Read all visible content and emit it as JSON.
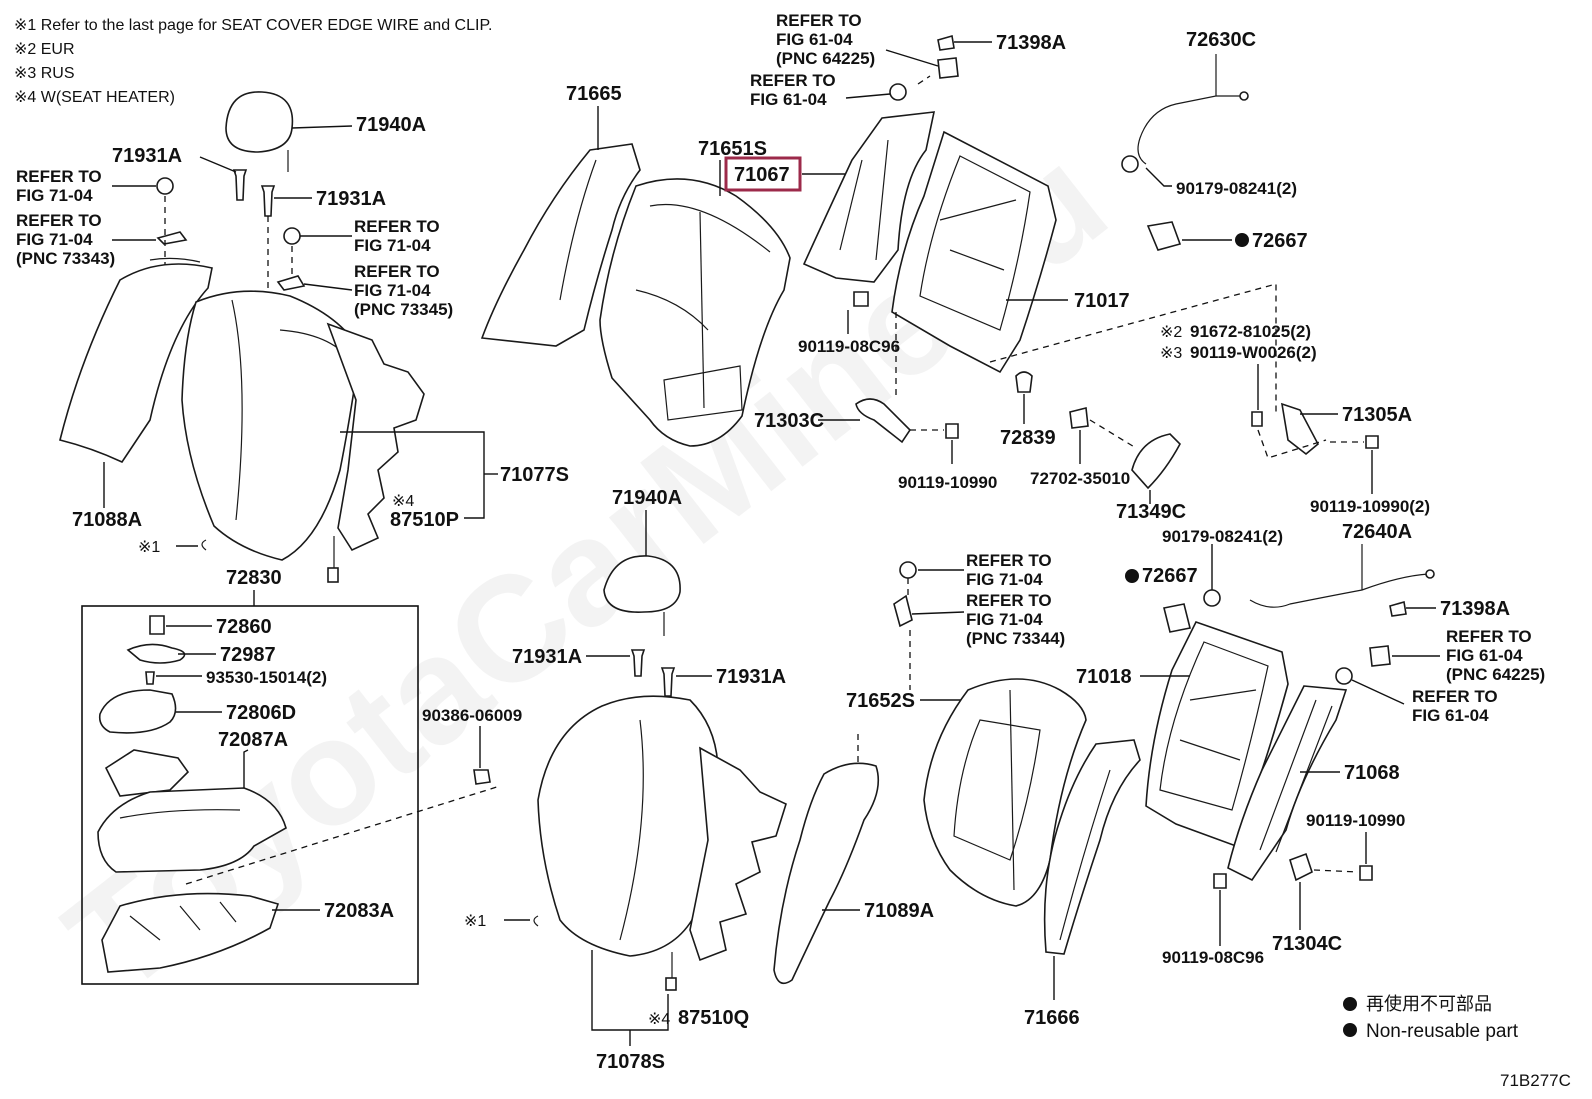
{
  "notes": [
    "※1 Refer to the last page for SEAT COVER EDGE WIRE and CLIP.",
    "※2 EUR",
    "※3 RUS",
    "※4 W(SEAT HEATER)"
  ],
  "watermark": "ToyotaCarMine.ru",
  "highlight_color": "#9c2a4a",
  "parts": {
    "p71940A_top": "71940A",
    "p71931A_left1": "71931A",
    "p71931A_left2": "71931A",
    "p71088A": "71088A",
    "p71077S": "71077S",
    "p87510P": "87510P",
    "p72830": "72830",
    "p72860": "72860",
    "p72987": "72987",
    "p93530": "93530-15014(2)",
    "p72806D": "72806D",
    "p72087A": "72087A",
    "p72083A": "72083A",
    "p71665": "71665",
    "p71651S": "71651S",
    "p71067": "71067",
    "p90119_08C96_top": "90119-08C96",
    "p71398A_top": "71398A",
    "p72630C": "72630C",
    "p90179_top": "90179-08241(2)",
    "p72667_top": "72667",
    "p71017": "71017",
    "p91672": "91672-81025(2)",
    "p90119_W0026": "90119-W0026(2)",
    "p71305A": "71305A",
    "p90119_10990_2": "90119-10990(2)",
    "p71303C": "71303C",
    "p72839": "72839",
    "p90119_10990_mid": "90119-10990",
    "p72702": "72702-35010",
    "p71349C": "71349C",
    "p71940A_mid": "71940A",
    "p71931A_mid1": "71931A",
    "p71931A_mid2": "71931A",
    "p90386": "90386-06009",
    "p87510Q": "87510Q",
    "p71078S": "71078S",
    "p71652S": "71652S",
    "p71089A": "71089A",
    "p71018": "71018",
    "p71666": "71666",
    "p90179_bot": "90179-08241(2)",
    "p72640A": "72640A",
    "p72667_bot": "72667",
    "p71398A_bot": "71398A",
    "p71068": "71068",
    "p90119_10990_bot": "90119-10990",
    "p90119_08C96_bot": "90119-08C96",
    "p71304C": "71304C"
  },
  "marks": {
    "x1": "※1",
    "x2": "※2",
    "x3": "※3",
    "x4": "※4"
  },
  "refs": {
    "refer_to": "REFER TO",
    "fig_71_04": "FIG 71-04",
    "fig_61_04": "FIG 61-04",
    "pnc_73343": "(PNC 73343)",
    "pnc_73345": "(PNC 73345)",
    "pnc_73344": "(PNC 73344)",
    "pnc_64225": "(PNC 64225)"
  },
  "legend": {
    "jp": "再使用不可部品",
    "en": "Non-reusable part"
  },
  "figure_code": "71B277C"
}
